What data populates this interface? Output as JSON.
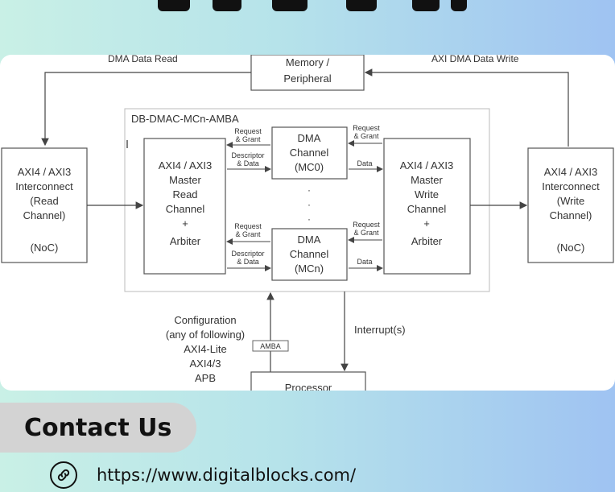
{
  "diagram": {
    "container_title": "DB-DMAC-MCn-AMBA",
    "memory": [
      "Memory /",
      "Peripheral"
    ],
    "dma_data_read": "DMA Data Read",
    "axi_dma_data_write": "AXI DMA Data Write",
    "left_interconnect": [
      "AXI4 / AXI3",
      "Interconnect",
      "(Read",
      "Channel)",
      "(NoC)"
    ],
    "right_interconnect": [
      "AXI4 / AXI3",
      "Interconnect",
      "(Write",
      "Channel)",
      "(NoC)"
    ],
    "master_read": [
      "AXI4 / AXI3",
      "Master",
      "Read",
      "Channel",
      "+",
      "Arbiter"
    ],
    "master_write": [
      "AXI4 / AXI3",
      "Master",
      "Write",
      "Channel",
      "+",
      "Arbiter"
    ],
    "dma_top": [
      "DMA",
      "Channel",
      "(MC0)"
    ],
    "dma_bottom": [
      "DMA",
      "Channel",
      "(MCn)"
    ],
    "req_grant": [
      "Request",
      "& Grant"
    ],
    "desc_data": [
      "Descriptor",
      "& Data"
    ],
    "data_label": "Data",
    "configuration": [
      "Configuration",
      "(any of following)",
      "AXI4-Lite",
      "AXI4/3",
      "APB"
    ],
    "amba_tag": "AMBA",
    "interrupts": "Interrupt(s)",
    "processor": "Processor"
  },
  "contact": {
    "heading": "Contact Us",
    "url": "https://www.digitalblocks.com/",
    "link_icon": "link-icon"
  },
  "colors": {
    "gradient_start": "#c9f0e6",
    "gradient_end": "#9fc3f2",
    "pill": "#d3d3d3",
    "card": "#ffffff"
  }
}
